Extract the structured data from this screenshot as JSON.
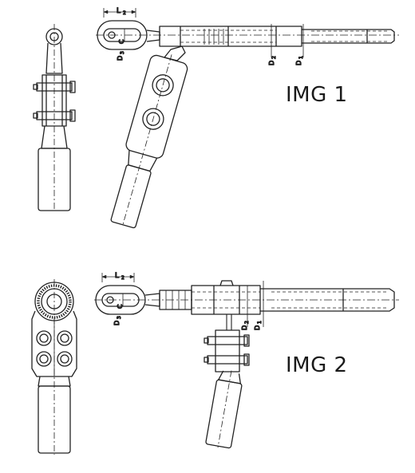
{
  "figures": [
    {
      "caption": "IMG 1",
      "dimension_labels": {
        "length": "L2",
        "diameter_small": "D3",
        "width": "C",
        "diameter_outer_2": "D2",
        "diameter_outer_1": "D1"
      }
    },
    {
      "caption": "IMG 2",
      "dimension_labels": {
        "length": "L2",
        "diameter_small": "D3",
        "width": "C",
        "diameter_outer_2": "D2",
        "diameter_outer_1": "D1"
      }
    }
  ]
}
